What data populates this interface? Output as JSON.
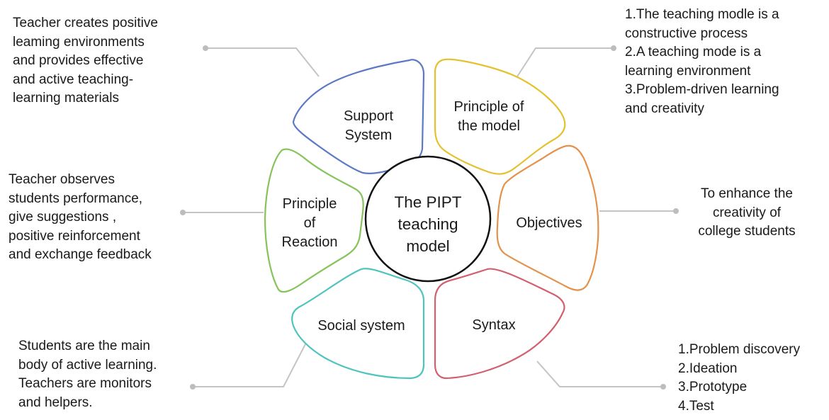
{
  "center": {
    "lines": [
      "The PIPT",
      "teaching",
      "model"
    ]
  },
  "petals": {
    "support_system": {
      "lines": [
        "Support",
        "System"
      ],
      "color": "#5b79c4"
    },
    "principle_of_model": {
      "lines": [
        "Principle of",
        "the model"
      ],
      "color": "#e3c12f"
    },
    "objectives": {
      "lines": [
        "Objectives"
      ],
      "color": "#e4924b"
    },
    "syntax": {
      "lines": [
        "Syntax"
      ],
      "color": "#d2606e"
    },
    "social_system": {
      "lines": [
        "Social system"
      ],
      "color": "#4ec4bd"
    },
    "principle_of_reaction": {
      "lines": [
        "Principle",
        "of",
        "Reaction"
      ],
      "color": "#86c35a"
    }
  },
  "notes": {
    "support": {
      "lines": [
        "Teacher creates positive",
        "leaming environments",
        "and provides effective",
        "and active teaching-",
        "learning materials"
      ]
    },
    "reaction": {
      "lines": [
        "Teacher observes",
        "students performance,",
        "give suggestions ,",
        "positive reinforcement",
        "and exchange feedback"
      ]
    },
    "social": {
      "lines": [
        "Students are the main",
        "body of active learning.",
        "Teachers are monitors",
        "and helpers."
      ]
    },
    "principle": {
      "lines": [
        "1.The teaching modle is a",
        "constructive process",
        "2.A teaching mode is a",
        "learning environment",
        "3.Problem-driven learning",
        "and creativity"
      ]
    },
    "objectives": {
      "lines": [
        "To enhance the",
        "creativity of",
        "college students"
      ]
    },
    "syntax": {
      "lines": [
        "1.Problem discovery",
        "2.Ideation",
        "3.Prototype",
        "4.Test"
      ]
    }
  }
}
